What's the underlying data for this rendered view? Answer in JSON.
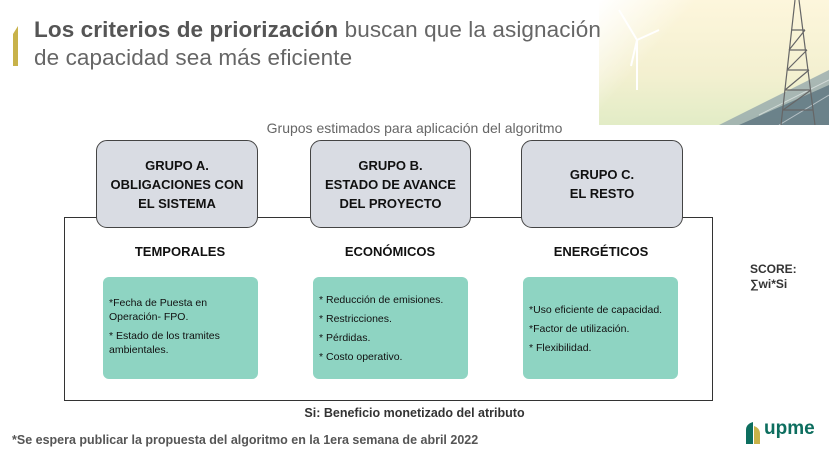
{
  "header": {
    "title_bold": "Los criterios de priorización",
    "title_rest_line1": "buscan que la asignación",
    "title_rest_line2": "de capacidad sea más eficiente"
  },
  "diagram": {
    "subtitle": "Grupos estimados para aplicación del algoritmo",
    "groups": [
      {
        "lines": [
          "GRUPO A.",
          "OBLIGACIONES CON",
          "EL SISTEMA"
        ],
        "category": "TEMPORALES",
        "items": [
          "*Fecha de Puesta en",
          "Operación- FPO.",
          "* Estado de los tramites",
          "ambientales."
        ]
      },
      {
        "lines": [
          "GRUPO B.",
          "ESTADO DE AVANCE",
          "DEL PROYECTO"
        ],
        "category": "ECONÓMICOS",
        "items": [
          "* Reducción de emisiones.",
          "* Restricciones.",
          "* Pérdidas.",
          "* Costo operativo."
        ]
      },
      {
        "lines": [
          "GRUPO C.",
          "EL RESTO"
        ],
        "category": "ENERGÉTICOS",
        "items": [
          "*Uso eficiente de capacidad.",
          "*Factor de utilización.",
          "* Flexibilidad."
        ]
      }
    ],
    "score_label": "SCORE:",
    "score_formula": "∑wi*Si",
    "footnote": "Si: Beneficio monetizado del atributo"
  },
  "note": "*Se espera publicar la propuesta del algoritmo en la 1era semana de abril 2022",
  "logo": {
    "text": "upme"
  },
  "colors": {
    "card": "#8ed4c2",
    "group_box": "#d9dce3",
    "brand": "#0d6e5f",
    "accent": "#c8b24a"
  }
}
